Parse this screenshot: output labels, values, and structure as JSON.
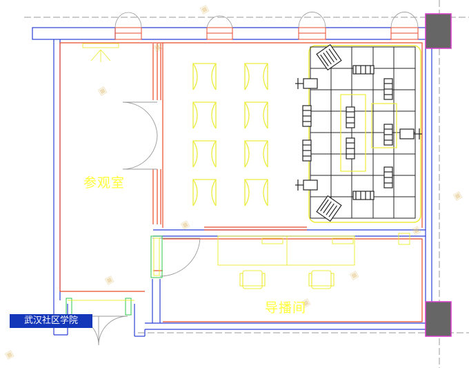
{
  "rooms": {
    "visit": "参观室",
    "director": "导播间"
  },
  "caption": "武汉社区学院",
  "colors": {
    "wall": "#2a3fd6",
    "inner_wall": "#e84a2a",
    "furniture": "#ecec3a",
    "equipment": "#222222",
    "column": "#666666",
    "column_border": "#d63ac8",
    "caption_bg": "#1436b8",
    "watermark": "#e0c27a"
  },
  "watermark": {
    "brand": "金言"
  }
}
